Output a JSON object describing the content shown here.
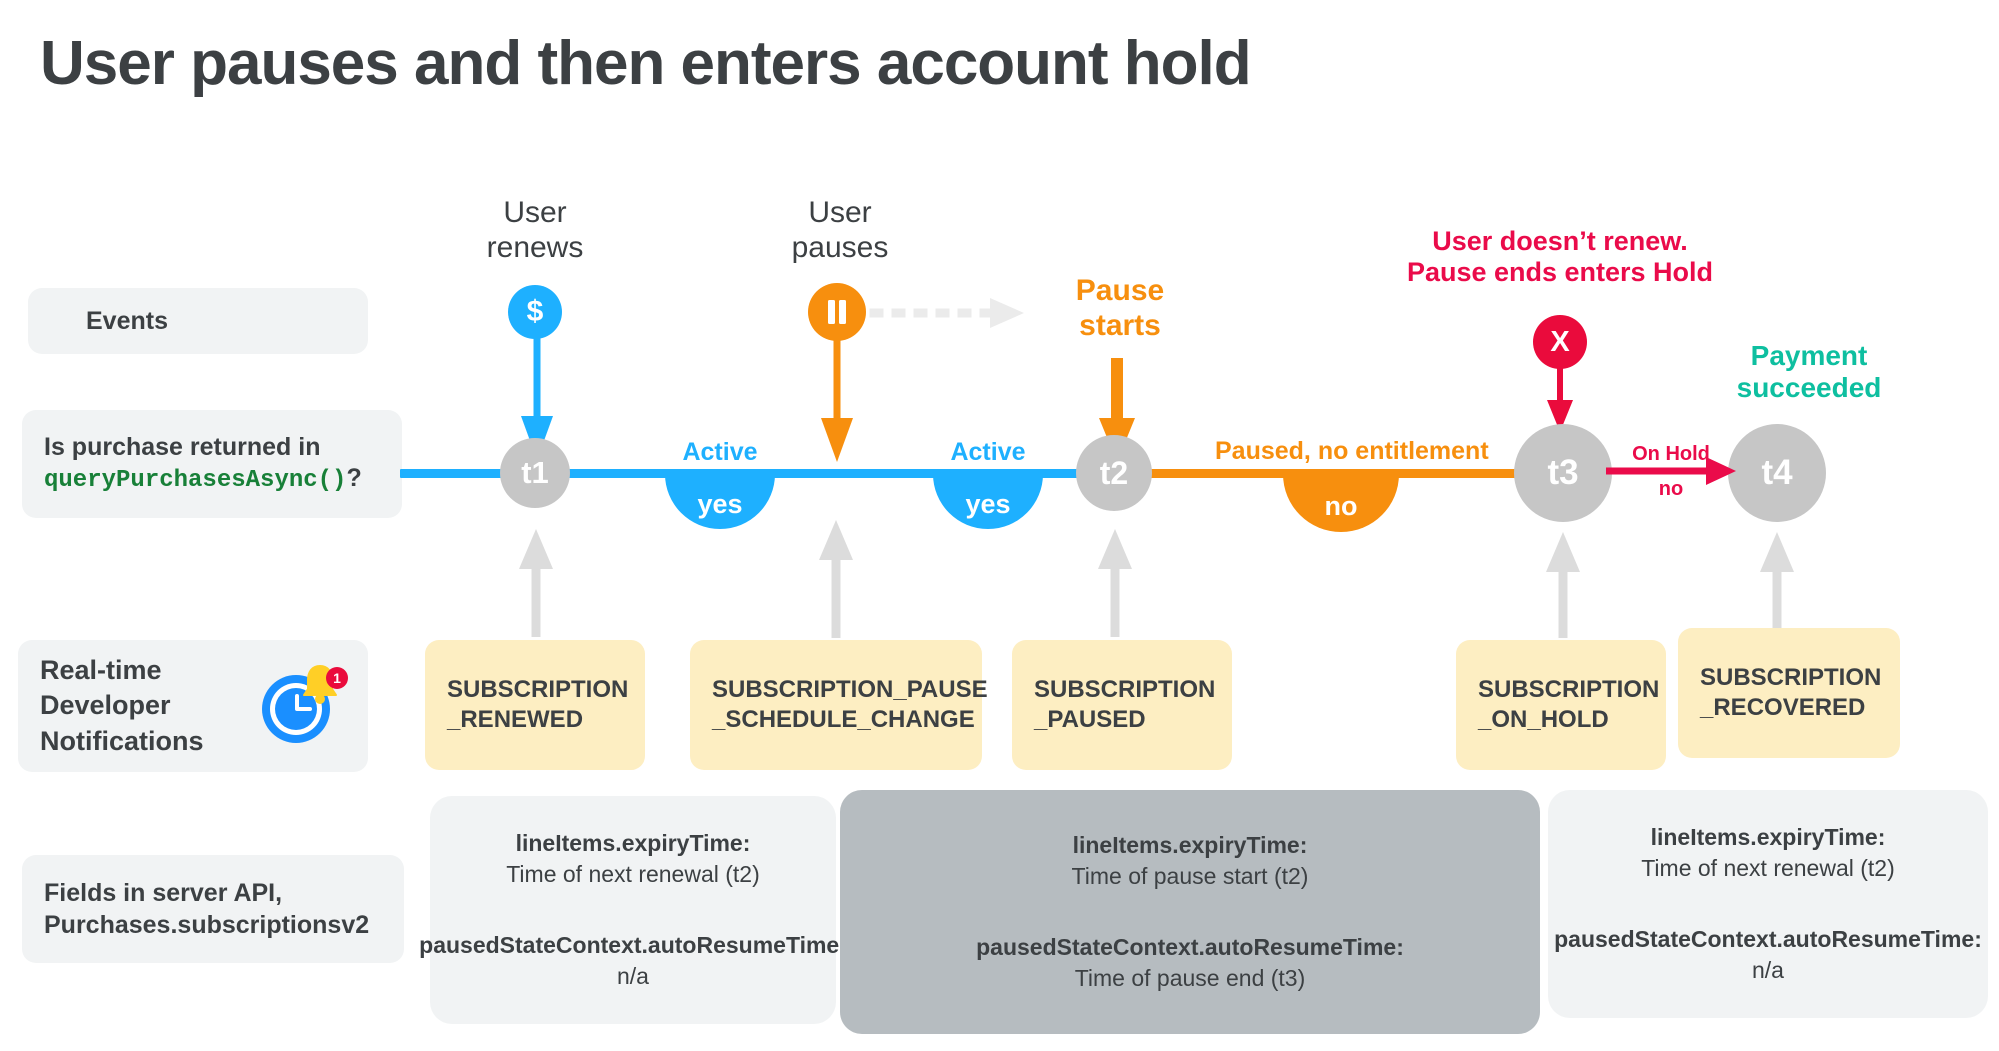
{
  "page": {
    "title": "User pauses and then enters account hold"
  },
  "row_labels": {
    "events": "Events",
    "query_line1": "Is purchase returned in",
    "query_code": "queryPurchasesAsync()",
    "query_suffix": "?",
    "rtdn": "Real-time\nDeveloper\nNotifications",
    "rtdn_badge": "1",
    "fields": "Fields in server API,\nPurchases.subscriptionsv2"
  },
  "events": [
    {
      "name": "user-renews",
      "caption": "User\nrenews",
      "icon": "dollar-icon",
      "glyph": "$",
      "color": "#1eb0ff"
    },
    {
      "name": "user-pauses",
      "caption": "User\npauses",
      "icon": "pause-icon",
      "glyph": "II",
      "color": "#f78f0e"
    },
    {
      "name": "pause-starts",
      "caption": "Pause\nstarts",
      "icon": "none",
      "glyph": "",
      "color": "#f78f0e"
    },
    {
      "name": "user-doesnt-renew",
      "caption": "User doesn’t renew.\nPause ends enters Hold",
      "icon": "x-icon",
      "glyph": "X",
      "color": "#ea0b3c"
    },
    {
      "name": "payment-succeeded",
      "caption": "Payment\nsucceeded",
      "icon": "none",
      "glyph": "",
      "color": "#0ebfa0"
    }
  ],
  "timeline": {
    "nodes": [
      {
        "id": "t1",
        "label": "t1"
      },
      {
        "id": "t2",
        "label": "t2"
      },
      {
        "id": "t3",
        "label": "t3"
      },
      {
        "id": "t4",
        "label": "t4"
      }
    ],
    "segments": [
      {
        "name": "active-1",
        "state": "Active",
        "answer": "yes",
        "color": "#1eb0ff"
      },
      {
        "name": "active-2",
        "state": "Active",
        "answer": "yes",
        "color": "#1eb0ff"
      },
      {
        "name": "paused",
        "state": "Paused, no entitlement",
        "answer": "no",
        "color": "#f78f0e"
      },
      {
        "name": "on-hold",
        "state": "On Hold",
        "answer": "no",
        "color": "#ea0b4a"
      }
    ]
  },
  "rtdn_cards": [
    {
      "name": "subscription-renewed",
      "text": "SUBSCRIPTION\n_RENEWED"
    },
    {
      "name": "subscription-pause-schedule-change",
      "text": "SUBSCRIPTION_PAUSE\n_SCHEDULE_CHANGE"
    },
    {
      "name": "subscription-paused",
      "text": "SUBSCRIPTION\n_PAUSED"
    },
    {
      "name": "subscription-on-hold",
      "text": "SUBSCRIPTION\n_ON_HOLD"
    },
    {
      "name": "subscription-recovered",
      "text": "SUBSCRIPTION\n_RECOVERED"
    }
  ],
  "field_panels": [
    {
      "name": "fields-renewed",
      "key1": "lineItems.expiryTime:",
      "val1": "Time of next renewal (t2)",
      "key2": "pausedStateContext.autoResumeTime:",
      "val2": "n/a"
    },
    {
      "name": "fields-paused",
      "key1": "lineItems.expiryTime:",
      "val1": "Time of pause start (t2)",
      "key2": "pausedStateContext.autoResumeTime:",
      "val2": "Time of pause end (t3)"
    },
    {
      "name": "fields-recovered",
      "key1": "lineItems.expiryTime:",
      "val1": "Time of next renewal (t2)",
      "key2": "pausedStateContext.autoResumeTime:",
      "val2": "n/a"
    }
  ],
  "colors": {
    "blue": "#1eb0ff",
    "orange": "#f78f0e",
    "red": "#ea0b3c",
    "crimson": "#ea0b4a",
    "teal": "#0ebfa0",
    "gray_node": "#c6c6c6",
    "yellow_card": "#fdeec2",
    "panel_light": "#f1f3f4",
    "panel_dark": "#b6bcc0",
    "code_green": "#188038"
  }
}
